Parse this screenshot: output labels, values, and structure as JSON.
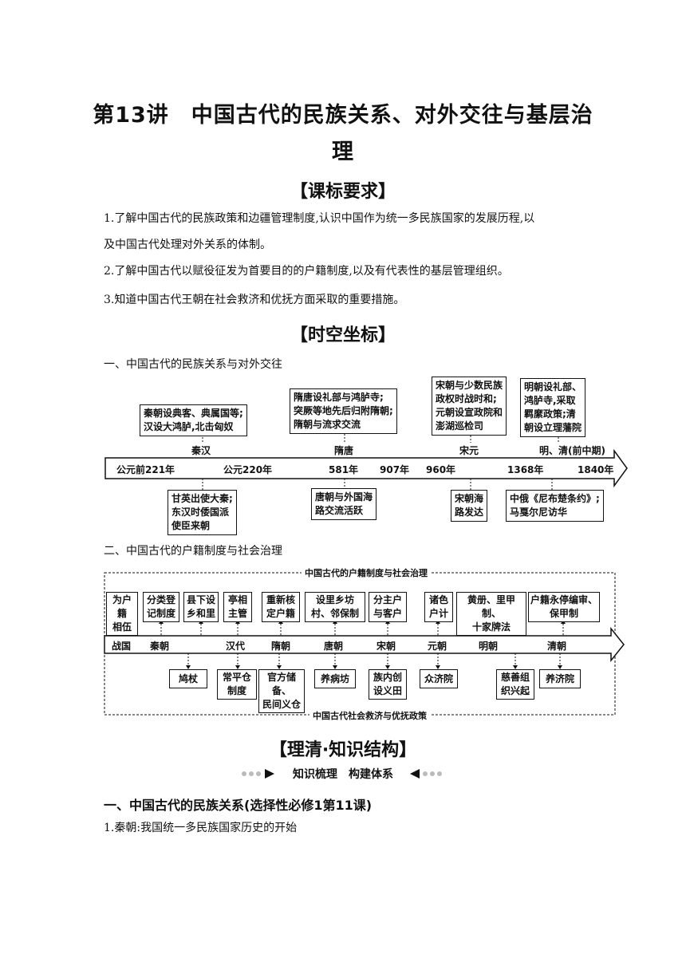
{
  "title_line1": "第13讲　中国古代的民族关系、对外交往与基层治",
  "title_line2": "理",
  "sec1": "【课标要求】",
  "req1a": "1.了解中国古代的民族政策和边疆管理制度,认识中国作为统一多民族国家的发展历程,以",
  "req1b": "及中国古代处理对外关系的体制。",
  "req2": "2.了解中国古代以赋役征发为首要目的的户籍制度,以及有代表性的基层管理组织。",
  "req3": "3.知道中国古代王朝在社会救济和优抚方面采取的重要措施。",
  "sec2": "【时空坐标】",
  "sub1": "一、中国古代的民族关系与对外交往",
  "tl1": {
    "top_boxes": [
      {
        "lines": [
          "秦朝设典客、典属国等;",
          "汉设大鸿胪,北击匈奴"
        ]
      },
      {
        "lines": [
          "隋唐设礼部与鸿胪寺;",
          "突厥等地先后归附隋朝;",
          "隋朝与流求交流"
        ]
      },
      {
        "lines": [
          "宋朝与少数民族",
          "政权时战时和;",
          "元朝设宣政院和",
          "澎湖巡检司"
        ]
      },
      {
        "lines": [
          "明朝设礼部、",
          "鸿胪寺,采取",
          "羁縻政策;清",
          "朝设立理藩院"
        ]
      }
    ],
    "period_labels": [
      "秦汉",
      "隋唐",
      "宋元",
      "明、清(前中期)"
    ],
    "dates": [
      "公元前221年",
      "公元220年",
      "581年",
      "907年",
      "960年",
      "1368年",
      "1840年"
    ],
    "bottom_boxes": [
      {
        "lines": [
          "甘英出使大秦;",
          "东汉时倭国派",
          "使臣来朝"
        ]
      },
      {
        "lines": [
          "唐朝与外国海",
          "路交流活跃"
        ]
      },
      {
        "lines": [
          "宋朝海",
          "路发达"
        ]
      },
      {
        "lines": [
          "中俄《尼布楚条约》;",
          "马戛尔尼访华"
        ]
      }
    ]
  },
  "sub2": "二、中国古代的户籍制度与社会治理",
  "tl2": {
    "frame_top": "中国古代的户籍制度与社会治理",
    "frame_bottom": "中国古代社会救济与优抚政策",
    "top_boxes": [
      {
        "lines": [
          "为户籍",
          "相伍"
        ]
      },
      {
        "lines": [
          "分类登",
          "记制度"
        ]
      },
      {
        "lines": [
          "县下设",
          "乡和里"
        ]
      },
      {
        "lines": [
          "亭相",
          "主管"
        ]
      },
      {
        "lines": [
          "重新核",
          "定户籍"
        ]
      },
      {
        "lines": [
          "设里乡坊",
          "村、邻保制"
        ]
      },
      {
        "lines": [
          "分主户",
          "与客户"
        ]
      },
      {
        "lines": [
          "诸色",
          "户计"
        ]
      },
      {
        "lines": [
          "黄册、里甲制、",
          "十家牌法"
        ]
      },
      {
        "lines": [
          "户籍永停编审、",
          "保甲制"
        ]
      }
    ],
    "dynasties": [
      "战国",
      "秦朝",
      "汉代",
      "隋朝",
      "唐朝",
      "宋朝",
      "元朝",
      "明朝",
      "清朝"
    ],
    "bottom_boxes": [
      {
        "lines": [
          "鸠杖"
        ]
      },
      {
        "lines": [
          "常平仓",
          "制度"
        ]
      },
      {
        "lines": [
          "官方储备、",
          "民间义仓"
        ]
      },
      {
        "lines": [
          "养病坊"
        ]
      },
      {
        "lines": [
          "族内创",
          "设义田"
        ]
      },
      {
        "lines": [
          "众济院"
        ]
      },
      {
        "lines": [
          "慈善组",
          "织兴起"
        ]
      },
      {
        "lines": [
          "养济院"
        ]
      }
    ]
  },
  "sec3": "【理清·知识结构】",
  "kb_text": "知识梳理　构建体系",
  "h2": "一、中国古代的民族关系(选择性必修1第11课)",
  "p_last": "1.秦朝:我国统一多民族国家历史的开始"
}
